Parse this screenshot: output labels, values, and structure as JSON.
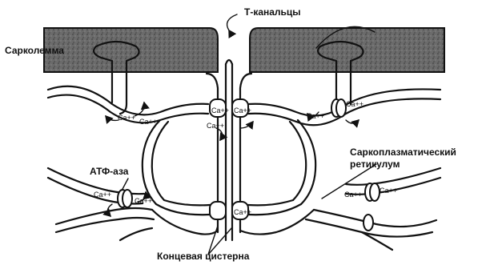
{
  "labels": {
    "t_tubules": "Т-канальцы",
    "sarcolemma": "Сарколемма",
    "atpase": "АТФ-аза",
    "sr_line1": "Саркоплазматический",
    "sr_line2": "ретикулум",
    "terminal_cisterna": "Концевая цистерна"
  },
  "ions": {
    "calcium": "Ca++"
  },
  "colors": {
    "membrane_fill": "#6b6b6b",
    "ink": "#111111",
    "background": "#ffffff"
  }
}
